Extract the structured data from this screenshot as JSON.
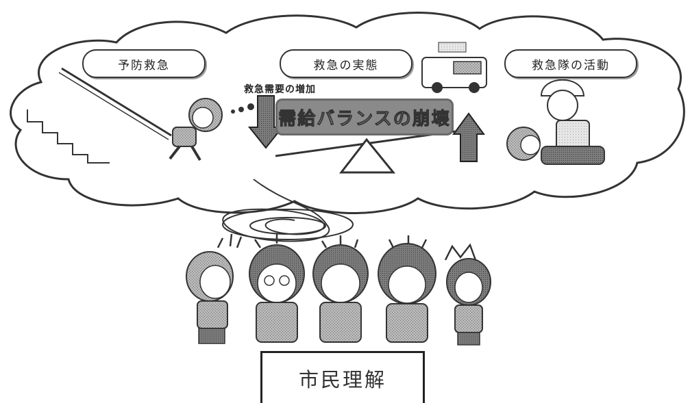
{
  "labels": {
    "prevention": "予防救急",
    "reality": "救急の実態",
    "crew_activity": "救急隊の活動",
    "demand_increase": "救急需要の増加",
    "balance_collapse": "需給バランスの崩壊",
    "citizen_understanding": "市民理解"
  }
}
